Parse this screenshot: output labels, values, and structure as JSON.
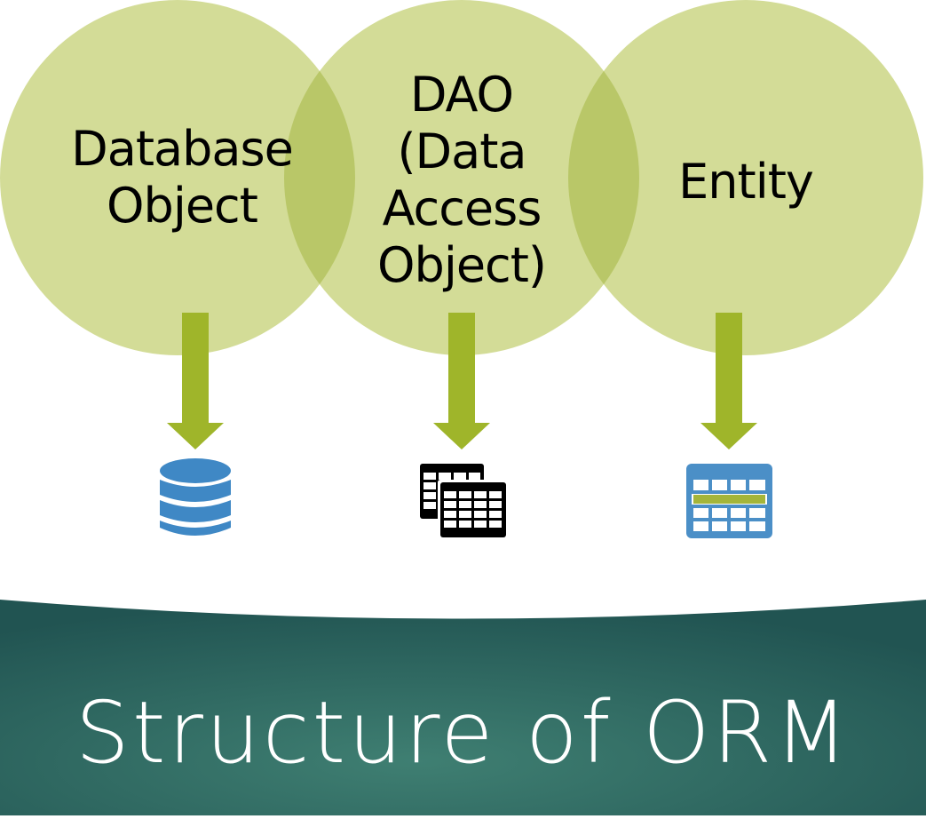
{
  "diagram": {
    "nodes": [
      {
        "id": "database-object",
        "label": "Database\nObject",
        "icon": "database-icon"
      },
      {
        "id": "dao",
        "label": "DAO\n(Data\nAccess\nObject)",
        "icon": "tables-icon"
      },
      {
        "id": "entity",
        "label": "Entity",
        "icon": "table-icon"
      }
    ],
    "edges": [
      {
        "from": "database-object",
        "to": "database-icon"
      },
      {
        "from": "dao",
        "to": "tables-icon"
      },
      {
        "from": "entity",
        "to": "table-icon"
      }
    ]
  },
  "footer": {
    "title": "Structure of ORM"
  },
  "colors": {
    "circle_fill": "#d3dc97",
    "circle_overlap": "#b9c768",
    "arrow": "#9fb52a",
    "database_icon": "#3f88c5",
    "table_icon": "#4b8fc7",
    "table_highlight": "#a4b53a",
    "footer_dark": "#235a56",
    "footer_light": "#3d7c6f",
    "text": "#000000",
    "footer_text": "#ffffff"
  }
}
